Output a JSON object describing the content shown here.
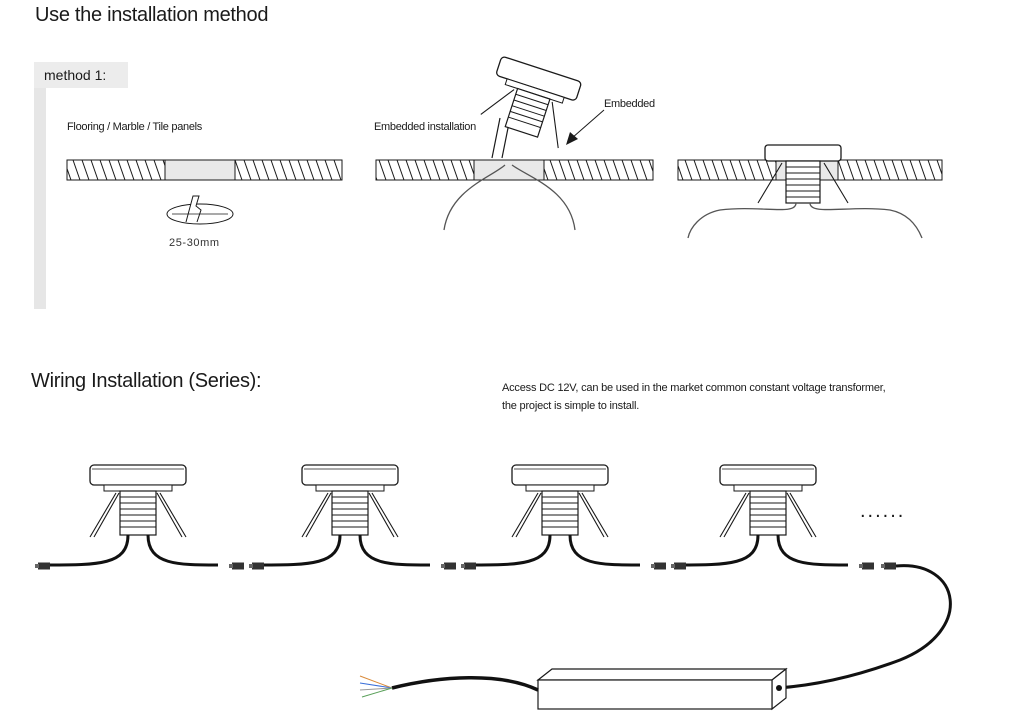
{
  "header": {
    "title": "Use the installation method"
  },
  "method1": {
    "label": "method 1:",
    "flooring_label": "Flooring / Marble / Tile panels",
    "hole_size": "25-30mm",
    "embedded_installation_label": "Embedded installation",
    "embedded_label": "Embedded"
  },
  "wiring": {
    "title": "Wiring Installation (Series):",
    "note_line1": "Access DC 12V, can be used in the market common constant voltage transformer,",
    "note_line2": "the project is simple to install.",
    "continuation": "......"
  },
  "colors": {
    "ink": "#1a1a1a",
    "panel": "#e6e6e6",
    "cable": "#111111"
  }
}
